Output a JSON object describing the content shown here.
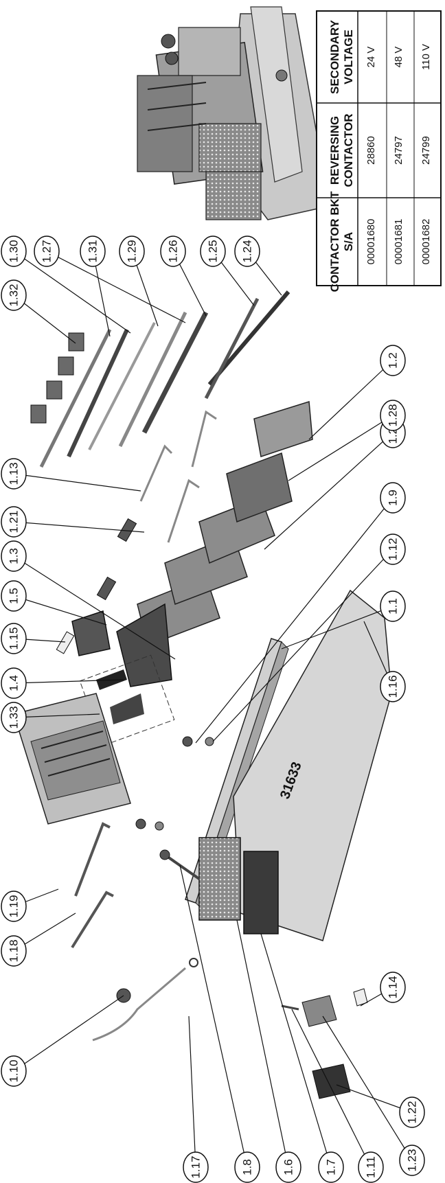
{
  "parts": [
    "1.1",
    "1.2",
    "1.3",
    "1.4",
    "1.5",
    "1.6",
    "1.7",
    "1.8",
    "1.9",
    "1.10",
    "1.11",
    "1.12",
    "1.13",
    "1.14",
    "1.15",
    "1.16",
    "1.17",
    "1.18",
    "1.19",
    "1.20",
    "1.21",
    "1.22",
    "1.23",
    "1.24",
    "1.25",
    "1.26",
    "1.27",
    "1.28",
    "1.29",
    "1.30",
    "1.31",
    "1.32",
    "1.33"
  ],
  "plate_stamp": "31633",
  "table": {
    "headers": [
      "CONTACTOR BKT S/A",
      "REVERSING CONTACTOR",
      "SECONDARY VOLTAGE"
    ],
    "rows": [
      [
        "00001680",
        "28860",
        "24 V"
      ],
      [
        "00001681",
        "24797",
        "48 V"
      ],
      [
        "00001682",
        "24799",
        "110 V"
      ]
    ]
  }
}
